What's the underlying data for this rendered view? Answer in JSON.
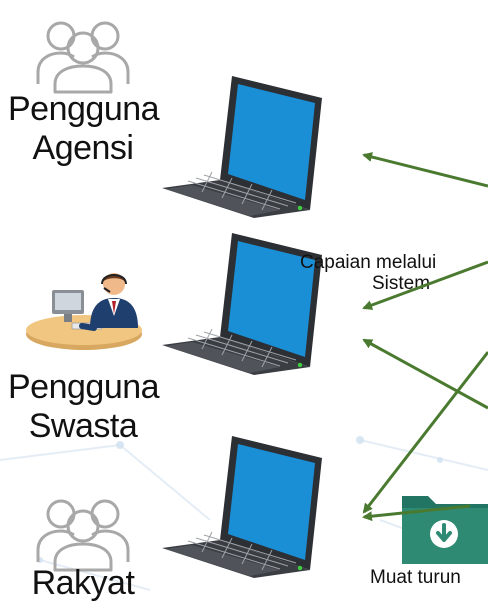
{
  "actors": {
    "agency": {
      "line1": "Pengguna",
      "line2": "Agensi",
      "icon": "group-users-icon"
    },
    "private": {
      "line1": "Pengguna",
      "line2": "Swasta",
      "icon": "operator-at-desk-icon"
    },
    "public": {
      "line1": "Rakyat",
      "icon": "group-users-icon"
    }
  },
  "annotations": {
    "system_access_line1": "Capaian melalui",
    "system_access_line2": "Sistem",
    "download": "Muat turun"
  },
  "colors": {
    "arrow": "#4a7a2f",
    "screen": "#1b8fd6",
    "laptop_body": "#3a3d42",
    "folder": "#2e8a73",
    "icon_outline": "#a0a0a0"
  }
}
